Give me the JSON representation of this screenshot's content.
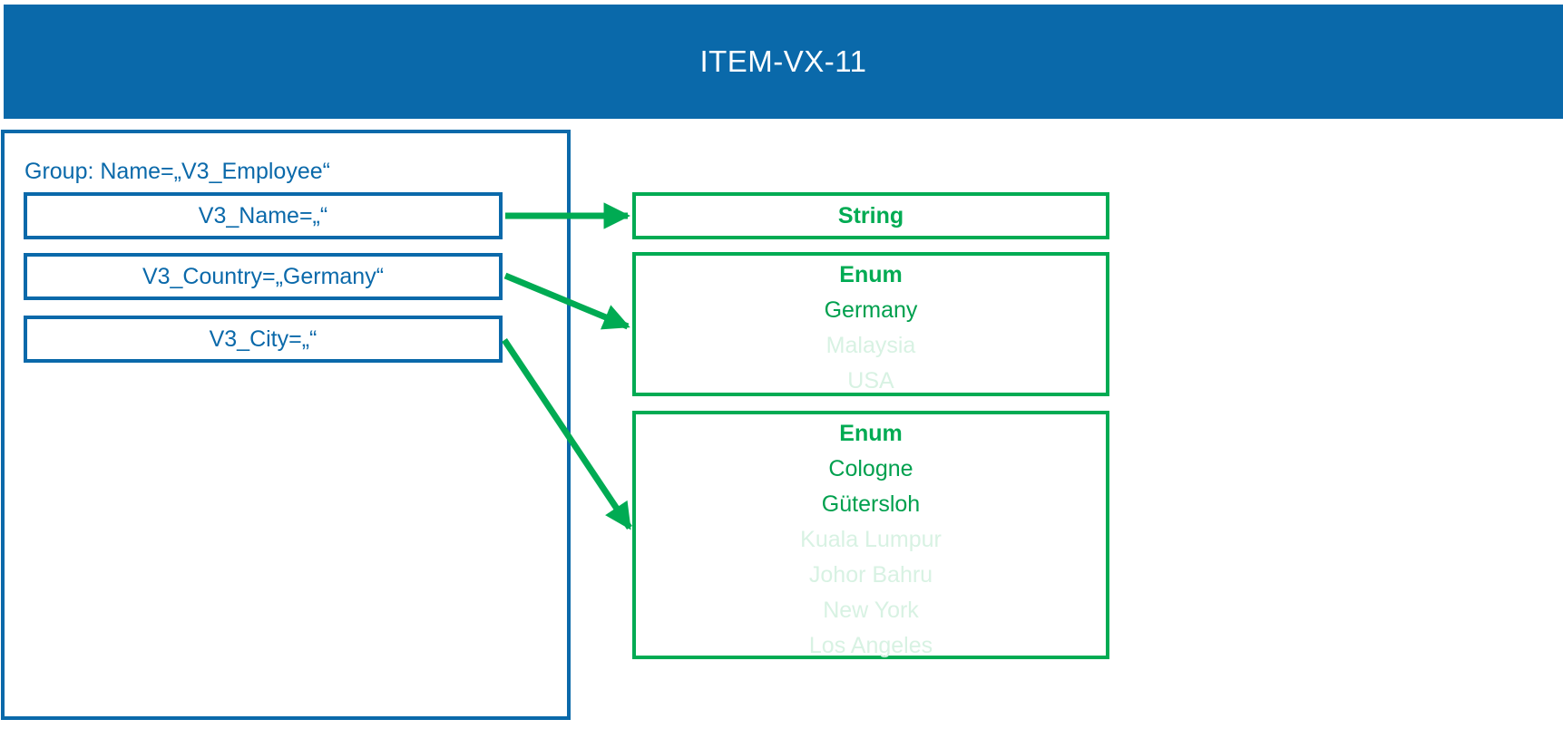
{
  "header": {
    "title": "ITEM-VX-11"
  },
  "group": {
    "label": "Group: Name=„V3_Employee“",
    "fields": [
      {
        "label": "V3_Name=„“"
      },
      {
        "label": "V3_Country=„Germany“"
      },
      {
        "label": "V3_City=„“"
      }
    ]
  },
  "types": [
    {
      "kind": "String",
      "title": "String",
      "options": []
    },
    {
      "kind": "Enum",
      "title": "Enum",
      "options": [
        {
          "label": "Germany",
          "dimmed": false
        },
        {
          "label": "Malaysia",
          "dimmed": true
        },
        {
          "label": "USA",
          "dimmed": true
        }
      ]
    },
    {
      "kind": "Enum",
      "title": "Enum",
      "options": [
        {
          "label": "Cologne",
          "dimmed": false
        },
        {
          "label": "Gütersloh",
          "dimmed": false
        },
        {
          "label": "Kuala Lumpur",
          "dimmed": true
        },
        {
          "label": "Johor Bahru",
          "dimmed": true
        },
        {
          "label": "New York",
          "dimmed": true
        },
        {
          "label": "Los Angeles",
          "dimmed": true
        }
      ]
    }
  ],
  "connections": [
    {
      "from_field": 0,
      "to_type": 0
    },
    {
      "from_field": 1,
      "to_type": 1
    },
    {
      "from_field": 2,
      "to_type": 2
    }
  ],
  "colors": {
    "header_blue": "#0a69aa",
    "line_blue": "#0a69aa",
    "green": "#00ab53",
    "green_dimmed": "#d8f2e3",
    "title_text": "#ffffff",
    "background": "#ffffff"
  }
}
